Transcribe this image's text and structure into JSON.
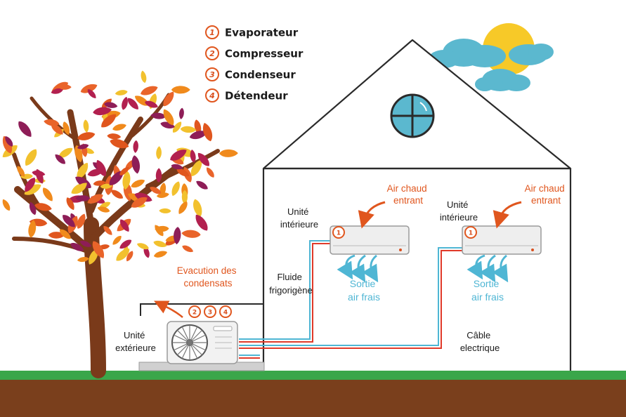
{
  "legend": [
    {
      "num": "1",
      "label": "Evaporateur"
    },
    {
      "num": "2",
      "label": "Compresseur"
    },
    {
      "num": "3",
      "label": "Condenseur"
    },
    {
      "num": "4",
      "label": "Détendeur"
    }
  ],
  "labels": {
    "indoor_unit_1": [
      "Unité",
      "intérieure"
    ],
    "indoor_unit_2": [
      "Unité",
      "intérieure"
    ],
    "hot_air_1": [
      "Air chaud",
      "entrant"
    ],
    "hot_air_2": [
      "Air chaud",
      "entrant"
    ],
    "cool_air_1": [
      "Sortie",
      "air frais"
    ],
    "cool_air_2": [
      "Sortie",
      "air frais"
    ],
    "refrigerant": [
      "Fluide",
      "frigorigène"
    ],
    "condensate": [
      "Evacution des",
      "condensats"
    ],
    "outdoor_unit": [
      "Unité",
      "extérieure"
    ],
    "cable": [
      "Câble",
      "electrique"
    ]
  },
  "badges": {
    "indoor_1": "1",
    "indoor_2": "1",
    "outdoor": [
      "2",
      "3",
      "4"
    ]
  },
  "colors": {
    "orange": "#e0561e",
    "blue": "#4fb6d4",
    "red_pipe": "#e03a2a",
    "grass": "#3aa64a",
    "soil": "#7a3f1c",
    "trunk": "#7a3a1a",
    "sun": "#f7c928",
    "cloud": "#5bb8cf"
  },
  "icons": [
    "sun-icon",
    "cloud-icon",
    "window-icon",
    "fan-icon"
  ]
}
